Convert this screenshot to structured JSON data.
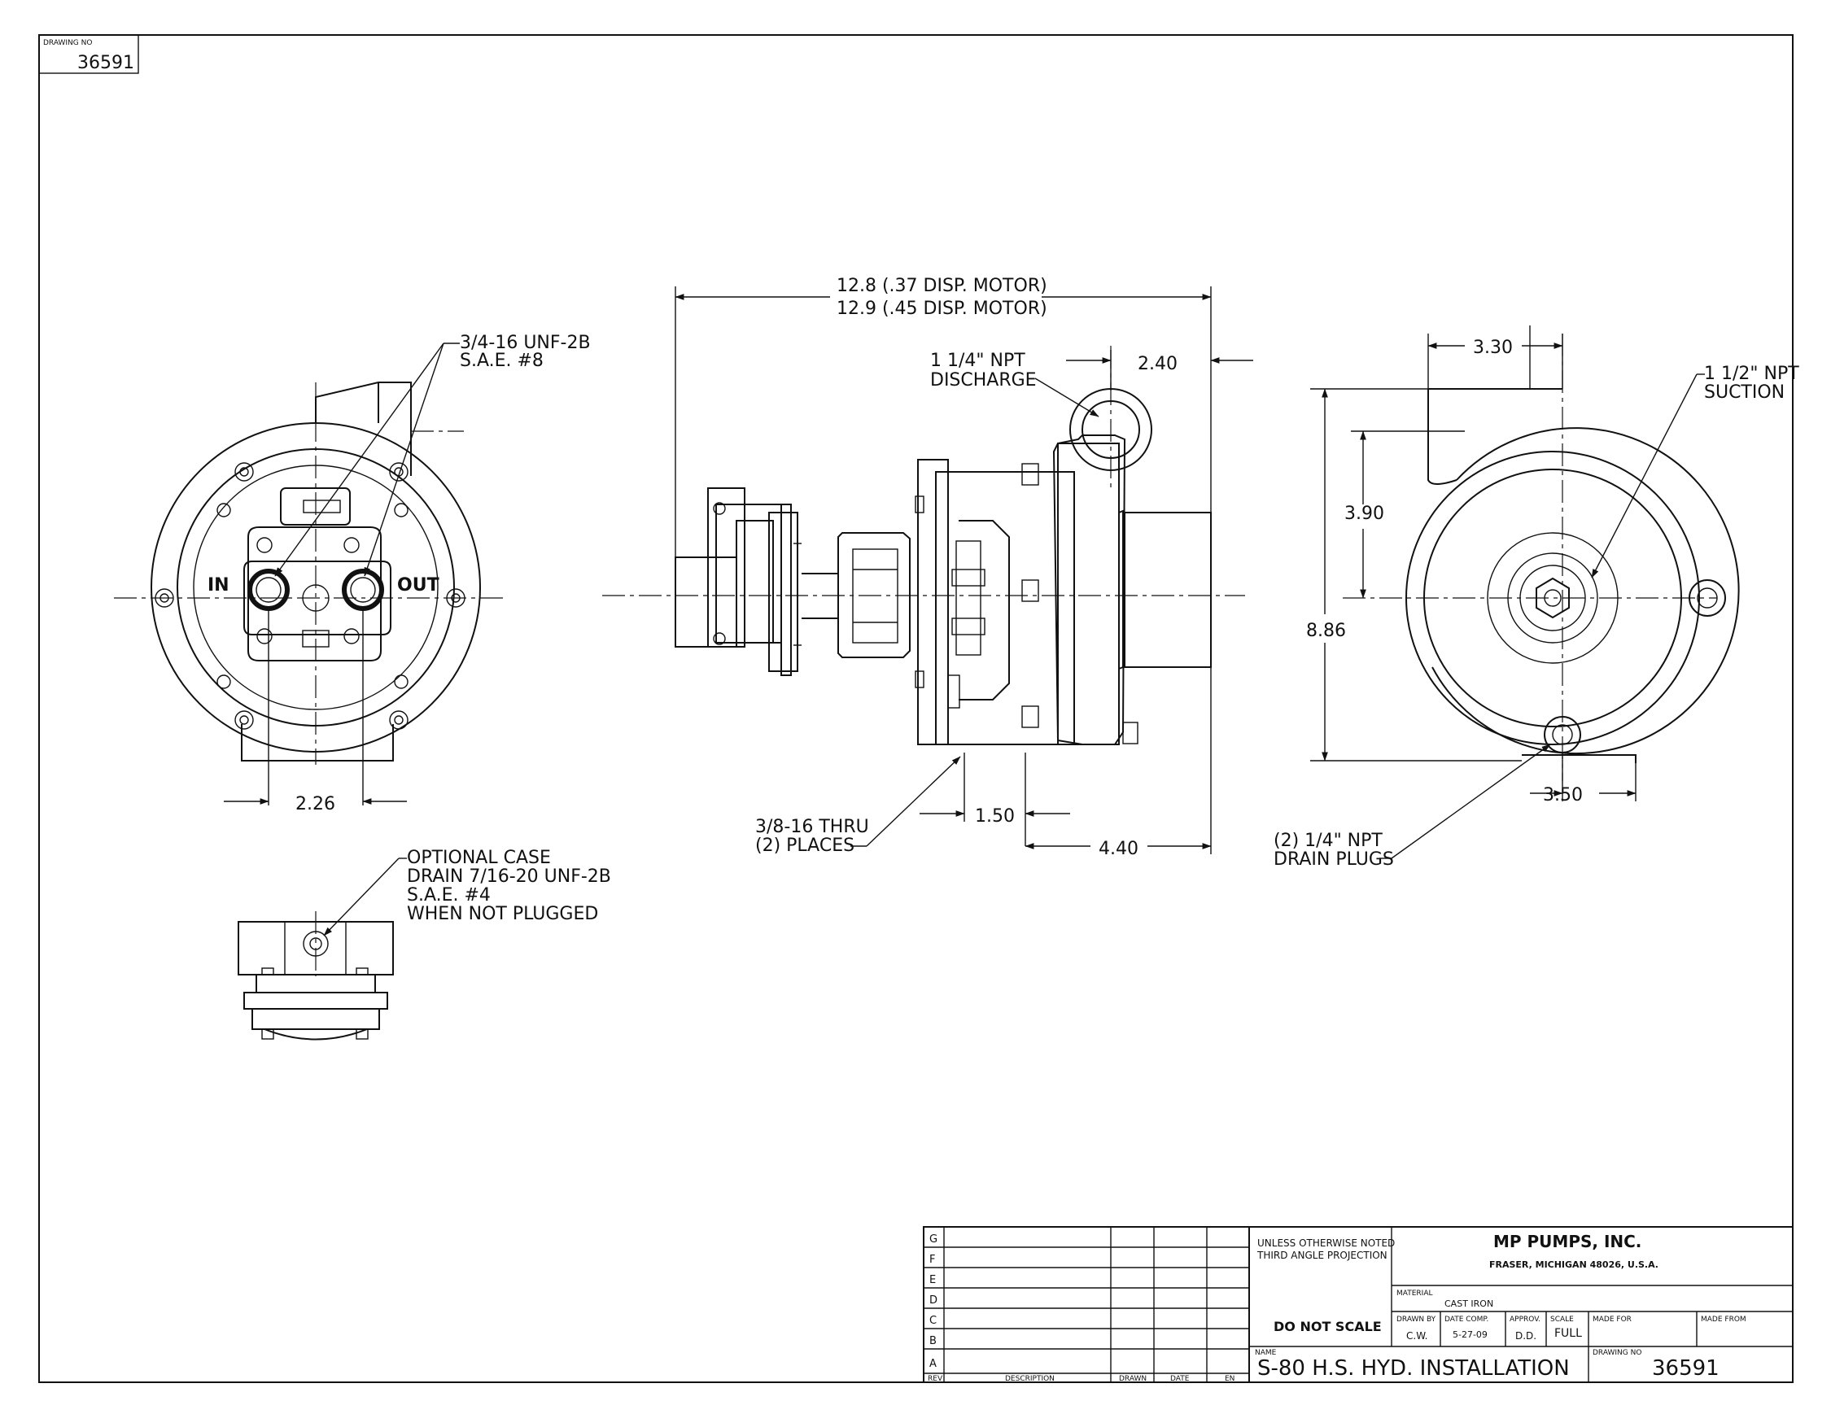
{
  "drawing_no_label": "DRAWING NO",
  "drawing_no": "36591",
  "labels": {
    "in": "IN",
    "out": "OUT",
    "port_thread_1": "3/4-16 UNF-2B",
    "port_thread_2": "S.A.E. #8",
    "dim_2_26": "2.26",
    "case_drain_1": "OPTIONAL CASE",
    "case_drain_2": "DRAIN 7/16-20 UNF-2B",
    "case_drain_3": "S.A.E. #4",
    "case_drain_4": "WHEN NOT PLUGGED",
    "overall_1": "12.8 (.37 DISP. MOTOR)",
    "overall_2": "12.9 (.45 DISP. MOTOR)",
    "discharge_1": "1 1/4\" NPT",
    "discharge_2": "DISCHARGE",
    "dim_2_40": "2.40",
    "thru_1": "3/8-16 THRU",
    "thru_2": "(2) PLACES",
    "dim_1_50": "1.50",
    "dim_4_40": "4.40",
    "dim_3_30": "3.30",
    "suction_1": "1 1/2\" NPT",
    "suction_2": "SUCTION",
    "dim_3_90": "3.90",
    "dim_8_86": "8.86",
    "dim_3_50": "3.50",
    "drain_1": "(2) 1/4\" NPT",
    "drain_2": "DRAIN PLUGS"
  },
  "title_block": {
    "rev_letters": [
      "G",
      "F",
      "E",
      "D",
      "C",
      "B",
      "A"
    ],
    "rev_col_rev": "REV",
    "rev_col_description": "DESCRIPTION",
    "rev_col_drawn": "DRAWN",
    "rev_col_date": "DATE",
    "rev_col_en": "EN",
    "note_1": "UNLESS OTHERWISE NOTED",
    "note_2": "THIRD ANGLE PROJECTION",
    "company": "MP PUMPS, INC.",
    "address": "FRASER, MICHIGAN  48026, U.S.A.",
    "material_label": "MATERIAL",
    "material": "CAST IRON",
    "drawn_by_label": "DRAWN BY",
    "drawn_by": "C.W.",
    "date_comp_label": "DATE COMP.",
    "date_comp": "5-27-09",
    "approv_label": "APPROV.",
    "approv": "D.D.",
    "scale_label": "SCALE",
    "scale": "FULL",
    "made_for_label": "MADE FOR",
    "made_from_label": "MADE FROM",
    "do_not_scale": "DO NOT SCALE",
    "name_label": "NAME",
    "name": "S-80 H.S. HYD. INSTALLATION",
    "drawing_no_label": "DRAWING NO",
    "drawing_no": "36591"
  }
}
